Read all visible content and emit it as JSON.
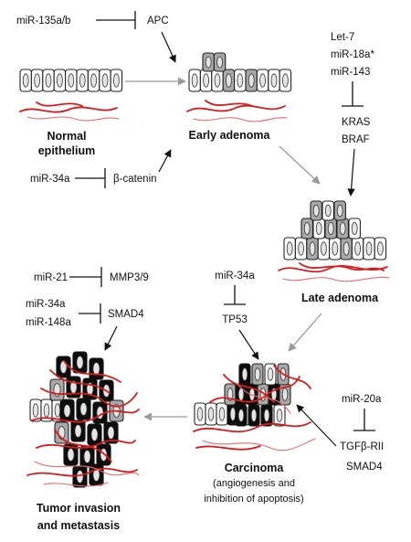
{
  "stages": {
    "normal": "Normal",
    "normal2": "epithelium",
    "early": "Early adenoma",
    "late": "Late adenoma",
    "carcinoma": "Carcinoma",
    "carcinoma_sub1": "(angiogenesis and",
    "carcinoma_sub2": "inhibition of apoptosis)",
    "tumor1": "Tumor invasion",
    "tumor2": "and metastasis"
  },
  "regulators": {
    "mir135": "miR-135a/b",
    "apc": "APC",
    "mir34a_1": "miR-34a",
    "bcatenin": "β-catenin",
    "let7": "Let-7",
    "mir18a": "miR-18a*",
    "mir143": "miR-143",
    "kras": "KRAS",
    "braf": "BRAF",
    "mir21": "miR-21",
    "mmp": "MMP3/9",
    "mir34a_2": "miR-34a",
    "mir148a": "miR-148a",
    "smad4_1": "SMAD4",
    "mir34a_3": "miR-34a",
    "tp53": "TP53",
    "mir20a": "miR-20a",
    "tgfb": "TGFβ-RII",
    "smad4_2": "SMAD4"
  }
}
